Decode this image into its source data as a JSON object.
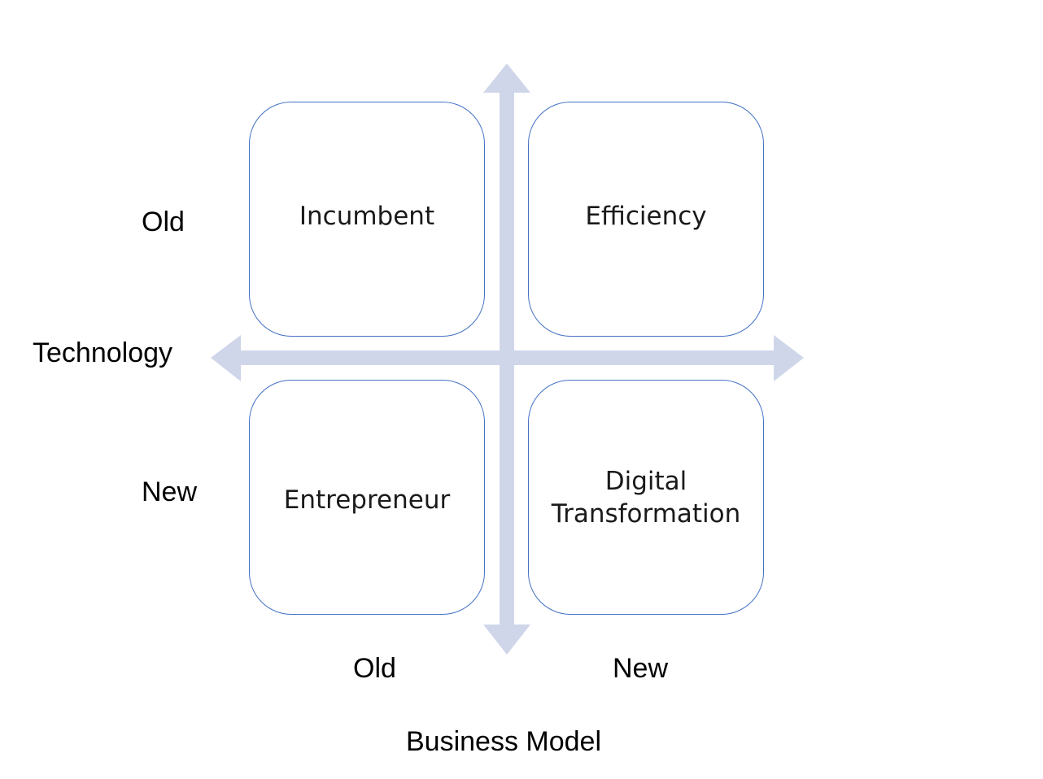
{
  "quadrants": {
    "top_left": "Incumbent",
    "top_right": "Efficiency",
    "bottom_left": "Entrepreneur",
    "bottom_right": "Digital Transformation"
  },
  "vertical_axis": {
    "title": "Technology",
    "top_label": "Old",
    "bottom_label": "New"
  },
  "horizontal_axis": {
    "title": "Business Model",
    "left_label": "Old",
    "right_label": "New"
  },
  "colors": {
    "arrow": "#d0d6ea",
    "box_border": "#4472c4",
    "text": "#000000"
  }
}
